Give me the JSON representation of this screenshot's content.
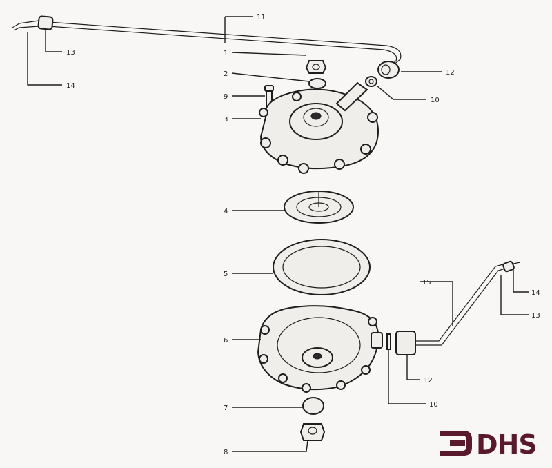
{
  "labels": {
    "l1": "1",
    "l2": "2",
    "l3": "3",
    "l4": "4",
    "l5": "5",
    "l6": "6",
    "l7": "7",
    "l8": "8",
    "l9": "9",
    "l10a": "10",
    "l10b": "10",
    "l11": "11",
    "l12a": "12",
    "l12b": "12",
    "l13a": "13",
    "l13b": "13",
    "l14a": "14",
    "l14b": "14",
    "l15": "15"
  },
  "logo": {
    "text": "DHS",
    "color": "#5a1a2e"
  }
}
